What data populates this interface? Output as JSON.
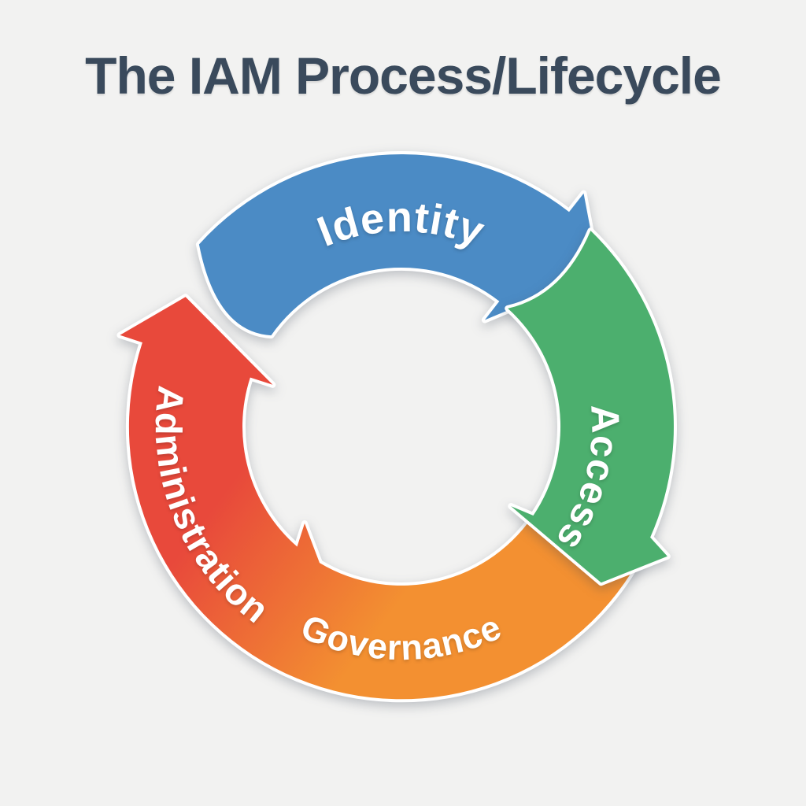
{
  "title": "The IAM Process/Lifecycle",
  "colors": {
    "background": "#f2f2f1",
    "title_text": "#3a4a5c",
    "segment_outline": "#ffffff",
    "label_text": "#ffffff"
  },
  "diagram": {
    "type": "cycle",
    "flow": "clockwise",
    "segments": [
      {
        "id": "identity",
        "label": "Identity",
        "color": "#4b8bc5",
        "position": "top",
        "start_angle": 140,
        "end_angle": 52,
        "tip_angle": 38
      },
      {
        "id": "access",
        "label": "Access",
        "color": "#4caf6e",
        "position": "right",
        "start_angle": 46,
        "end_angle": -24,
        "tip_angle": -38
      },
      {
        "id": "governance",
        "label": "Governance",
        "color": "#f39031",
        "position": "bottom",
        "start_angle": -20,
        "end_angle": -128,
        "tip_angle": null
      },
      {
        "id": "administration",
        "label": "Administration",
        "color": "#e8493b",
        "position": "left",
        "start_angle": -128,
        "end_angle": -198,
        "tip_angle": -211
      }
    ]
  }
}
